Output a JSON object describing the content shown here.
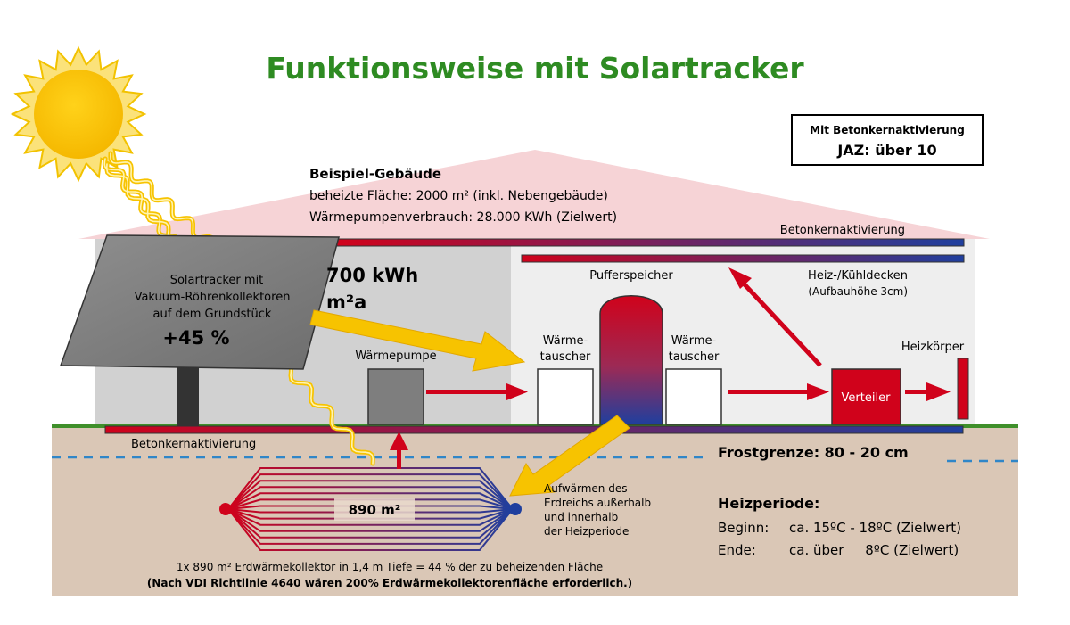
{
  "title": "Funktionsweise mit Solartracker",
  "jaz_box": {
    "line1": "Mit Betonkernaktivierung",
    "line2": "JAZ: über 10"
  },
  "building": {
    "heading": "Beispiel-Gebäude",
    "area": "beheizte Fläche: 2000 m² (inkl. Nebengebäude)",
    "consumption": "Wärmepumpenverbrauch: 28.000 KWh (Zielwert)"
  },
  "labels": {
    "beton_top": "Betonkernaktivierung",
    "beton_bottom": "Betonkernaktivierung",
    "heiz_kuehl": "Heiz-/Kühldecken",
    "heiz_kuehl_sub": "(Aufbauhöhe 3cm)",
    "pufferspeicher": "Pufferspeicher",
    "waermepumpe": "Wärmepumpe",
    "wt_left_1": "Wärme-",
    "wt_left_2": "tauscher",
    "wt_right_1": "Wärme-",
    "wt_right_2": "tauscher",
    "verteiler": "Verteiler",
    "heizkoerper": "Heizkörper",
    "energy_value": "700 kWh",
    "energy_unit": "m²a",
    "frostgrenze": "Frostgrenze: 80 - 20 cm"
  },
  "solar": {
    "line1": "Solartracker mit",
    "line2": "Vakuum-Röhrenkollektoren",
    "line3": "auf dem Grundstück",
    "gain": "+45 %"
  },
  "collector": {
    "area": "890 m²",
    "note1": "1x 890 m² Erdwärmekollektor in 1,4 m Tiefe = 44 % der zu beheizenden Fläche",
    "note2": "(Nach VDI Richtlinie 4640 wären 200% Erdwärmekollektorenfläche erforderlich.)"
  },
  "warming": {
    "line1": "Aufwärmen des",
    "line2": "Erdreichs außerhalb",
    "line3": "und innerhalb",
    "line4": "der Heizperiode"
  },
  "heizperiode": {
    "title": "Heizperiode:",
    "begin_label": "Beginn:",
    "begin_value": "ca. 15ºC - 18ºC (Zielwert)",
    "end_label": "Ende:",
    "end_value": "ca. über     8ºC (Zielwert)"
  },
  "colors": {
    "title_green": "#2e8b22",
    "roof_pink": "#f6d3d6",
    "ground": "#dac7b6",
    "pipe_red": "#d0021b",
    "pipe_blue": "#1f3f9e",
    "arrow_yellow": "#f7c300",
    "grass": "#3f8f2a"
  },
  "icons": [
    "sun-icon",
    "solar-panel-icon",
    "heat-pump-icon",
    "buffer-tank-icon",
    "distributor-icon",
    "radiator-icon",
    "ground-collector-icon"
  ]
}
